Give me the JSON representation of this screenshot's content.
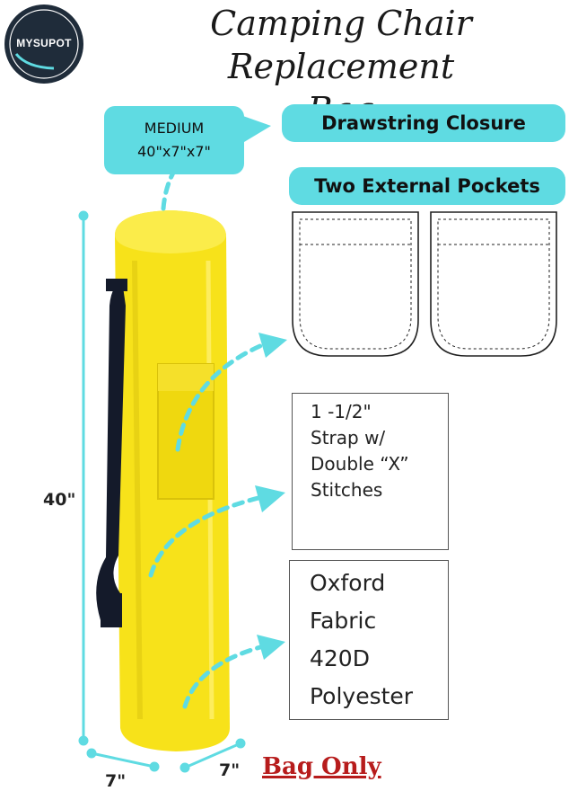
{
  "brand": {
    "logo_text": "MYSUPOT"
  },
  "title": {
    "line1": "Camping Chair Replacement",
    "line2": "Bag"
  },
  "size": {
    "label": "MEDIUM",
    "dimensions": "40\"x7\"x7\""
  },
  "features": {
    "drawstring": "Drawstring Closure",
    "pockets": "Two External Pockets",
    "strap_lines": [
      "1 -1/2\"",
      "Strap w/",
      "Double “X”",
      "Stitches"
    ],
    "fabric_lines": [
      "Oxford",
      "Fabric",
      "420D",
      "Polyester"
    ]
  },
  "dimensions": {
    "height": "40\"",
    "width": "7\"",
    "depth": "7\""
  },
  "footer": {
    "bag_only": "Bag Only"
  },
  "colors": {
    "accent": "#5fdbe2",
    "bag": "#f7e21a",
    "strap": "#141a2a",
    "bag_only": "#b71c1c"
  },
  "icons": [
    "mysupot-logo",
    "dashed-arrow",
    "pocket-outline",
    "camping-bag"
  ]
}
